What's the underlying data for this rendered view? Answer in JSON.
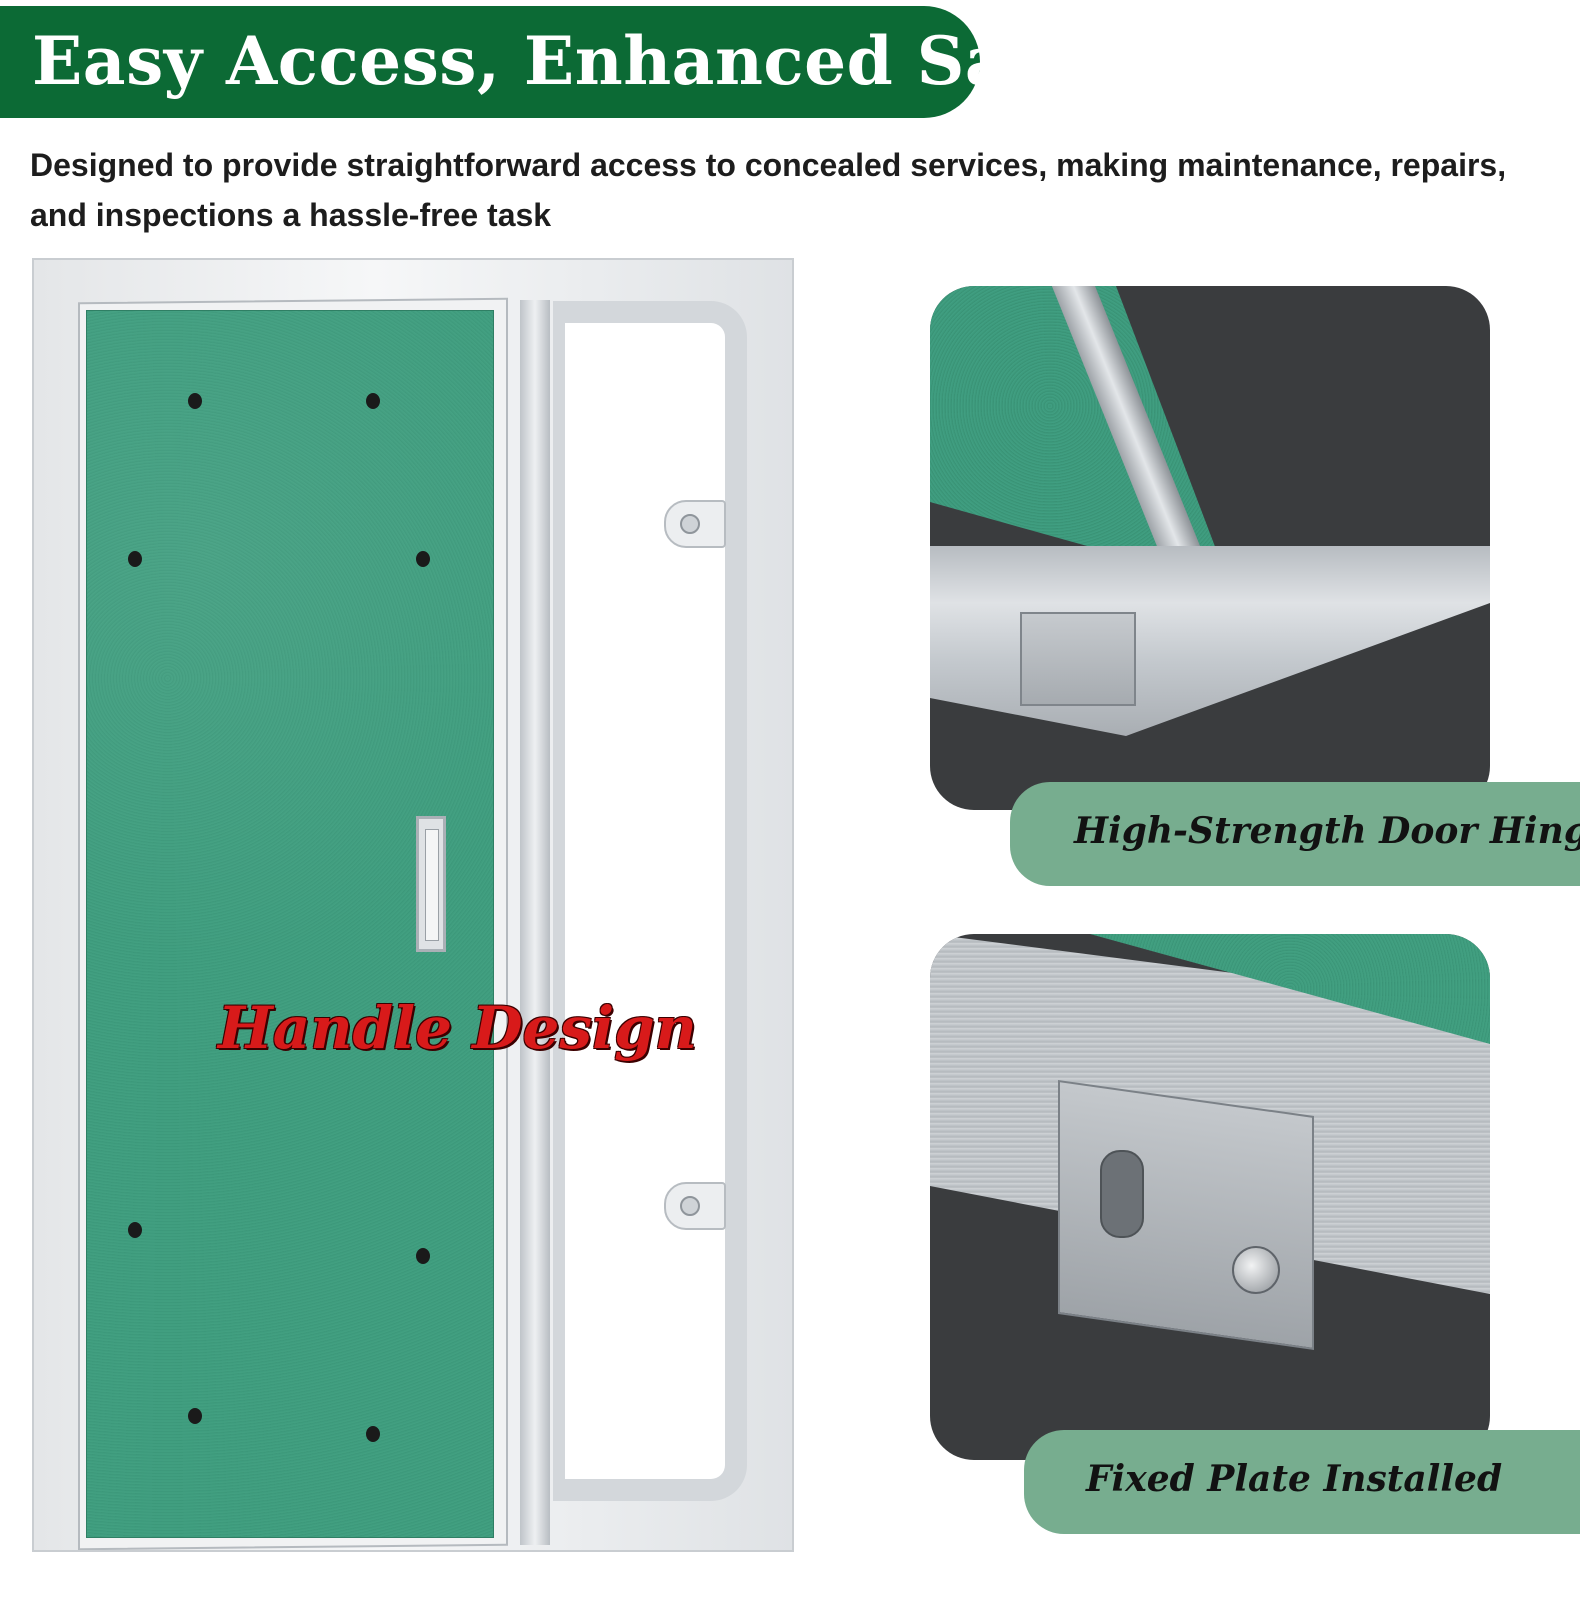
{
  "header": {
    "title": "Easy Access, Enhanced Safety",
    "subtitle": "Designed to provide straightforward access to concealed services, making maintenance, repairs, and inspections a hassle-free task"
  },
  "main_image": {
    "caption": "Handle Design"
  },
  "details": [
    {
      "caption": "High-Strength Door Hinge"
    },
    {
      "caption": "Fixed Plate Installed"
    }
  ],
  "colors": {
    "banner_green": "#0c6a35",
    "label_green": "#77ad8f",
    "board_green": "#409c7e",
    "caption_red": "#d81a1a"
  }
}
